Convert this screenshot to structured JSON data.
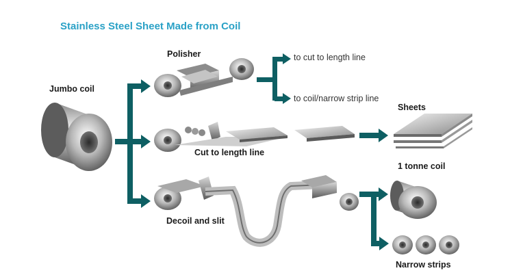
{
  "title": "Stainless Steel Sheet Made from Coil",
  "colors": {
    "title": "#2aa1c6",
    "arrow": "#0e5f63"
  },
  "labels": {
    "jumbo_coil": "Jumbo coil",
    "polisher": "Polisher",
    "cut_to_length": "Cut to length line",
    "decoil_slit": "Decoil and slit",
    "sheets": "Sheets",
    "one_tonne_coil": "1 tonne coil",
    "narrow_strips": "Narrow strips"
  },
  "outputs": {
    "to_cut_line": "to cut to length line",
    "to_coil_strip": "to coil/narrow strip line"
  }
}
